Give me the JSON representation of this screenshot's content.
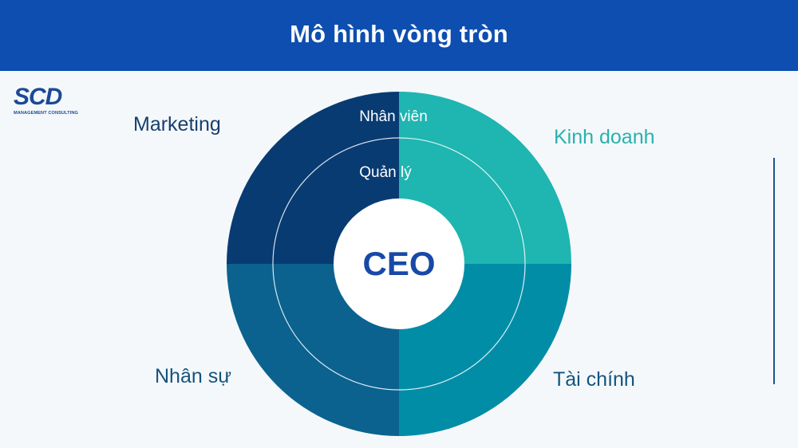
{
  "header": {
    "title": "Mô hình vòng tròn",
    "background": "#0d4eb0"
  },
  "logo": {
    "mark": "SCD",
    "subtitle": "MANAGEMENT CONSULTING",
    "color": "#1a4a96"
  },
  "diagram": {
    "center_label": "CEO",
    "rings": [
      {
        "label": "Nhân viên"
      },
      {
        "label": "Quản lý"
      }
    ],
    "quadrants": [
      {
        "label": "Marketing",
        "position": "top-left",
        "color": "#083b72",
        "label_color": "#17406e"
      },
      {
        "label": "Kinh doanh",
        "position": "top-right",
        "color": "#1fb5b1",
        "label_color": "#27b2ac"
      },
      {
        "label": "Nhân sự",
        "position": "bottom-left",
        "color": "#0b628f",
        "label_color": "#14547e"
      },
      {
        "label": "Tài chính",
        "position": "bottom-right",
        "color": "#028da7",
        "label_color": "#14547e"
      }
    ],
    "center_color": "#1849a6"
  }
}
